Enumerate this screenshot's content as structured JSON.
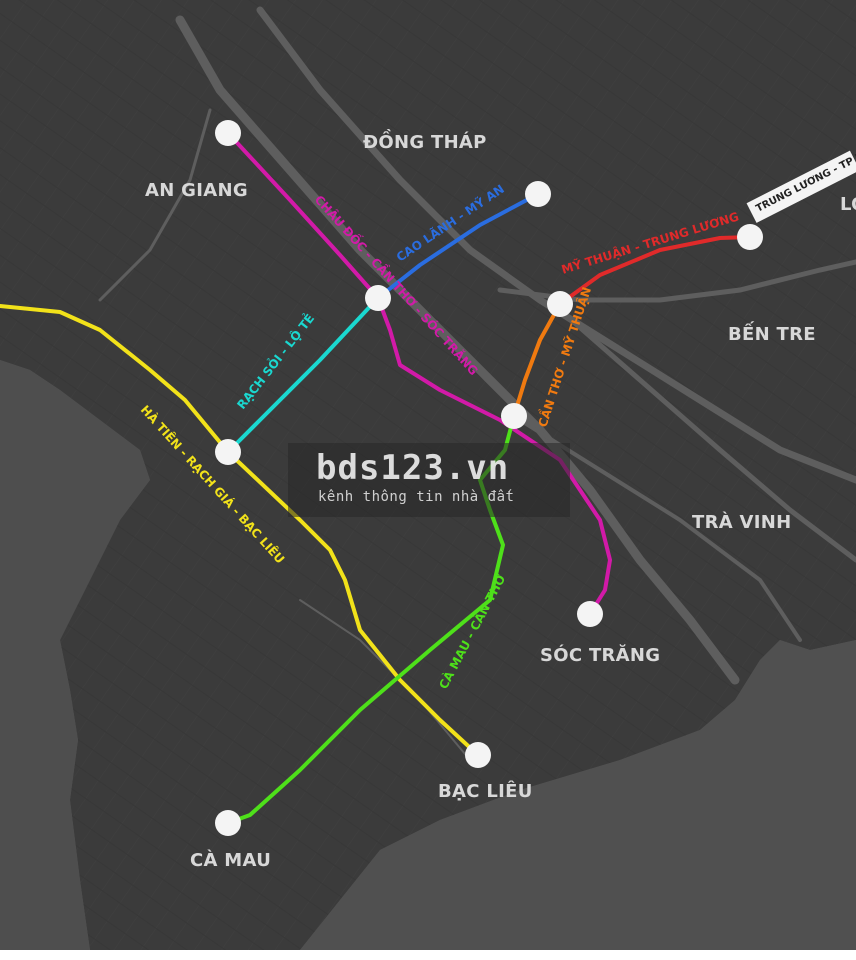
{
  "colors": {
    "land": "#3c3c3c",
    "water": "#5a5a5a",
    "river": "#6a6a6a",
    "yellow": "#f2e21a",
    "magenta": "#d21aa8",
    "blue": "#2a6de0",
    "red": "#e02a2a",
    "orange": "#f07a10",
    "cyan": "#1ad8d0",
    "green": "#4ee01a",
    "white": "#f4f4f4"
  },
  "regions": {
    "an_giang": "AN GIANG",
    "dong_thap": "ĐỒNG THÁP",
    "ben_tre": "BẾN TRE",
    "tra_vinh": "TRÀ VINH",
    "soc_trang": "SÓC TRĂNG",
    "bac_lieu": "BẠC LIÊU",
    "ca_mau": "CÀ MAU",
    "long_an_partial": "LO"
  },
  "routes": {
    "chau_doc_can_tho_soc_trang": "CHÂU ĐỐC - CẦN THƠ - SÓC TRĂNG",
    "cao_lanh_my_an": "CAO LÃNH - MỸ AN",
    "my_thuan_trung_luong": "MỸ THUẬN - TRUNG LƯƠNG",
    "trung_luong_tp_hcm": "TRUNG LƯƠNG - TP HCM",
    "can_tho_my_thuan": "CẦN THƠ - MỸ THUẬN",
    "rach_soi_lo_te": "RẠCH SỎI - LỘ TẺ",
    "ha_tien_rach_gia_bac_lieu": "HÀ TIÊN - RẠCH GIÁ - BẠC LIÊU",
    "ca_mau_can_tho": "CÀ MAU - CẦN THƠ"
  },
  "watermark": {
    "title": "bds123.vn",
    "subtitle": "kênh thông tin nhà đất"
  }
}
